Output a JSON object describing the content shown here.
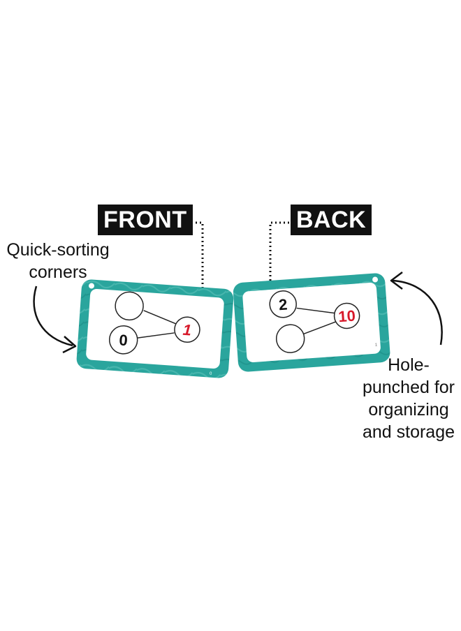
{
  "labels": {
    "front": "FRONT",
    "back": "BACK"
  },
  "callouts": {
    "left": [
      "Quick-sorting",
      "corners"
    ],
    "right": [
      "Hole-",
      "punched for",
      "organizing",
      "and storage"
    ]
  },
  "front_card": {
    "circles": [
      "",
      "0",
      "1"
    ],
    "corner_number": "0"
  },
  "back_card": {
    "circles": [
      "2",
      "",
      "10"
    ],
    "corner_number": "1"
  },
  "colors": {
    "teal": "#2aa59d",
    "label_bg": "#111111",
    "highlight_number": "#d7192a"
  }
}
